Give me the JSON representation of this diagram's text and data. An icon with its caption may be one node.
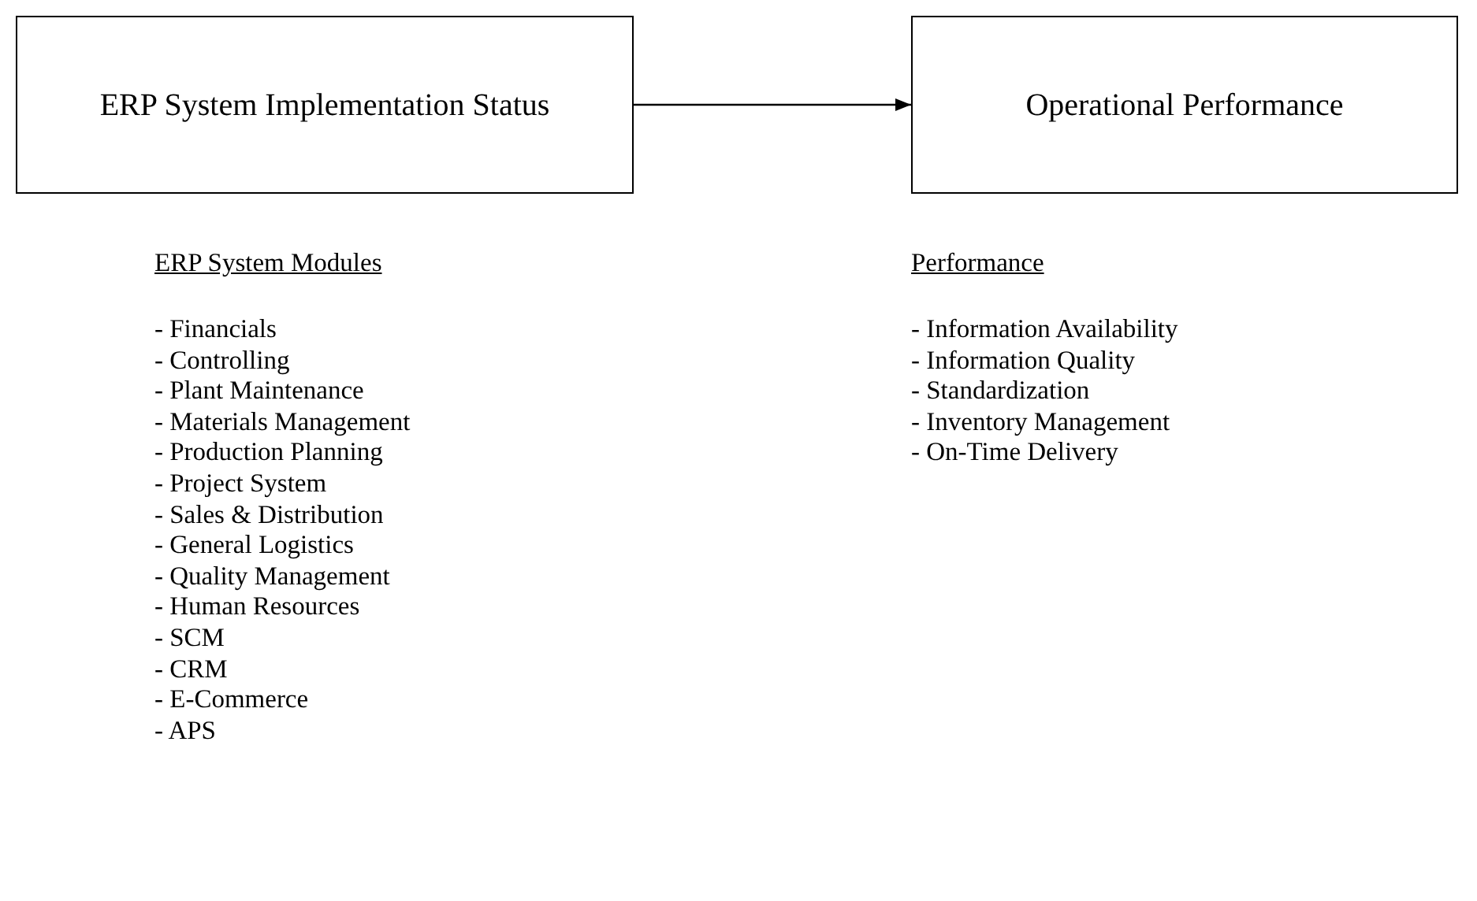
{
  "diagram": {
    "nodes": [
      {
        "text": [
          "ERP System Implementation Status"
        ]
      },
      {
        "text": [
          "Operational Performance"
        ]
      }
    ],
    "edges": [
      {
        "from": 0,
        "to": 1,
        "arrow": "to"
      }
    ],
    "labels": [
      "ERP System Modules",
      "- Financials",
      "- Controlling",
      "- Plant Maintenance",
      "- Materials Management",
      "- Production Planning",
      "- Project System",
      "- Sales & Distribution",
      "- General Logistics",
      "- Quality Management",
      "- Human Resources",
      "- SCM",
      "- CRM",
      "- E-Commerce",
      "- APS",
      "Performance",
      "- Information Availability",
      "- Information Quality",
      "- Standardization",
      "- Inventory Management",
      "- On-Time Delivery"
    ]
  }
}
